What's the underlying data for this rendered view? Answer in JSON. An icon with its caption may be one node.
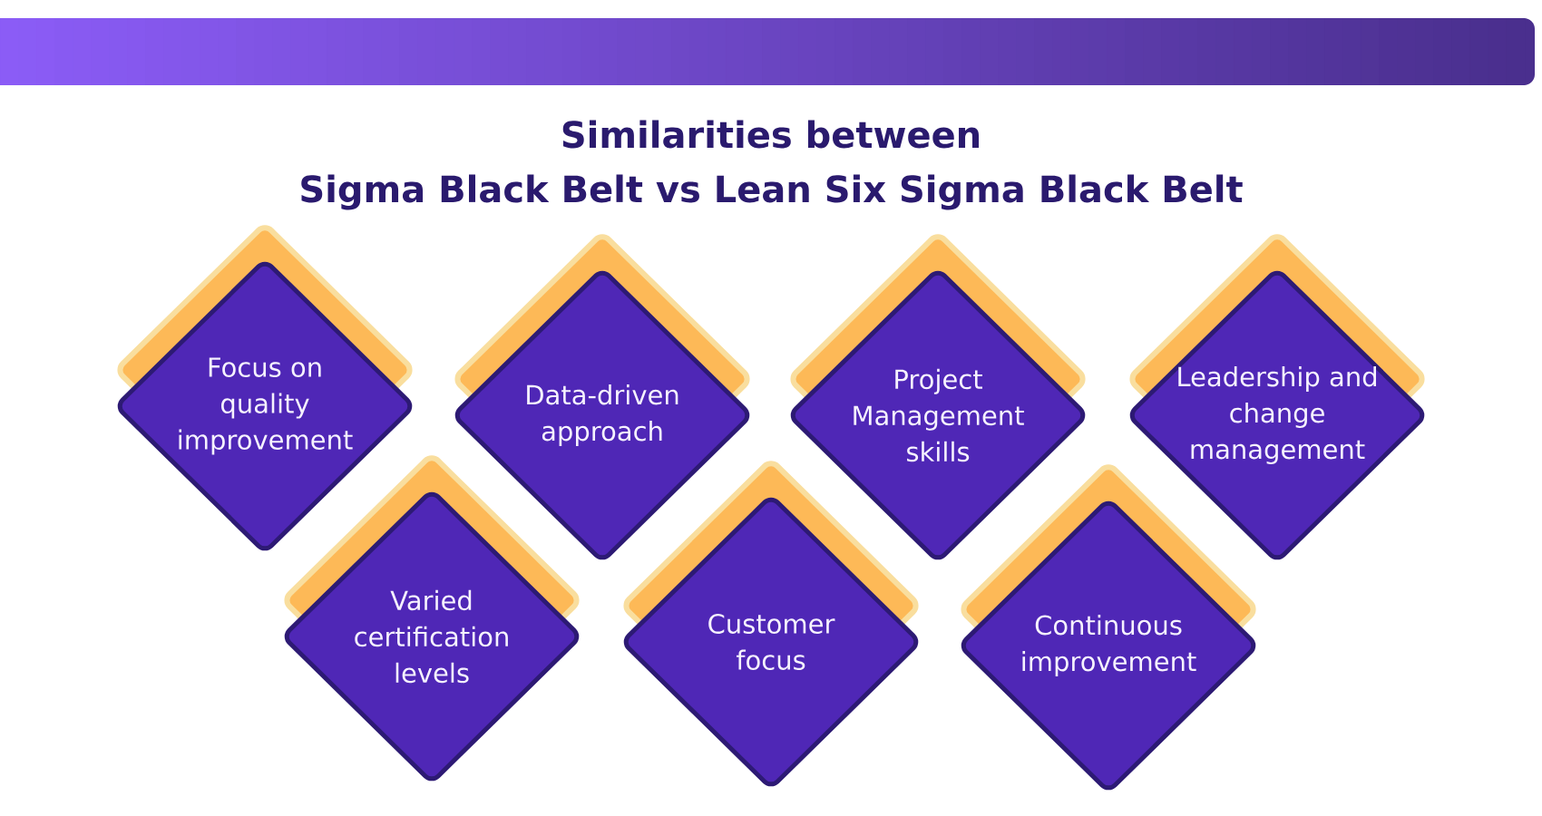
{
  "diagram": {
    "title": "Similarities between Sigma Black Belt vs Lean Six Sigma Black Belt",
    "nodes": [
      {
        "text": [
          "Focus on quality improvement"
        ]
      },
      {
        "text": [
          "Data-driven approach"
        ]
      },
      {
        "text": [
          "Project Management skills"
        ]
      },
      {
        "text": [
          "Leadership and change management"
        ]
      },
      {
        "text": [
          "Varied certification levels"
        ]
      },
      {
        "text": [
          "Customer focus"
        ]
      },
      {
        "text": [
          "Continuous improvement"
        ]
      }
    ]
  }
}
